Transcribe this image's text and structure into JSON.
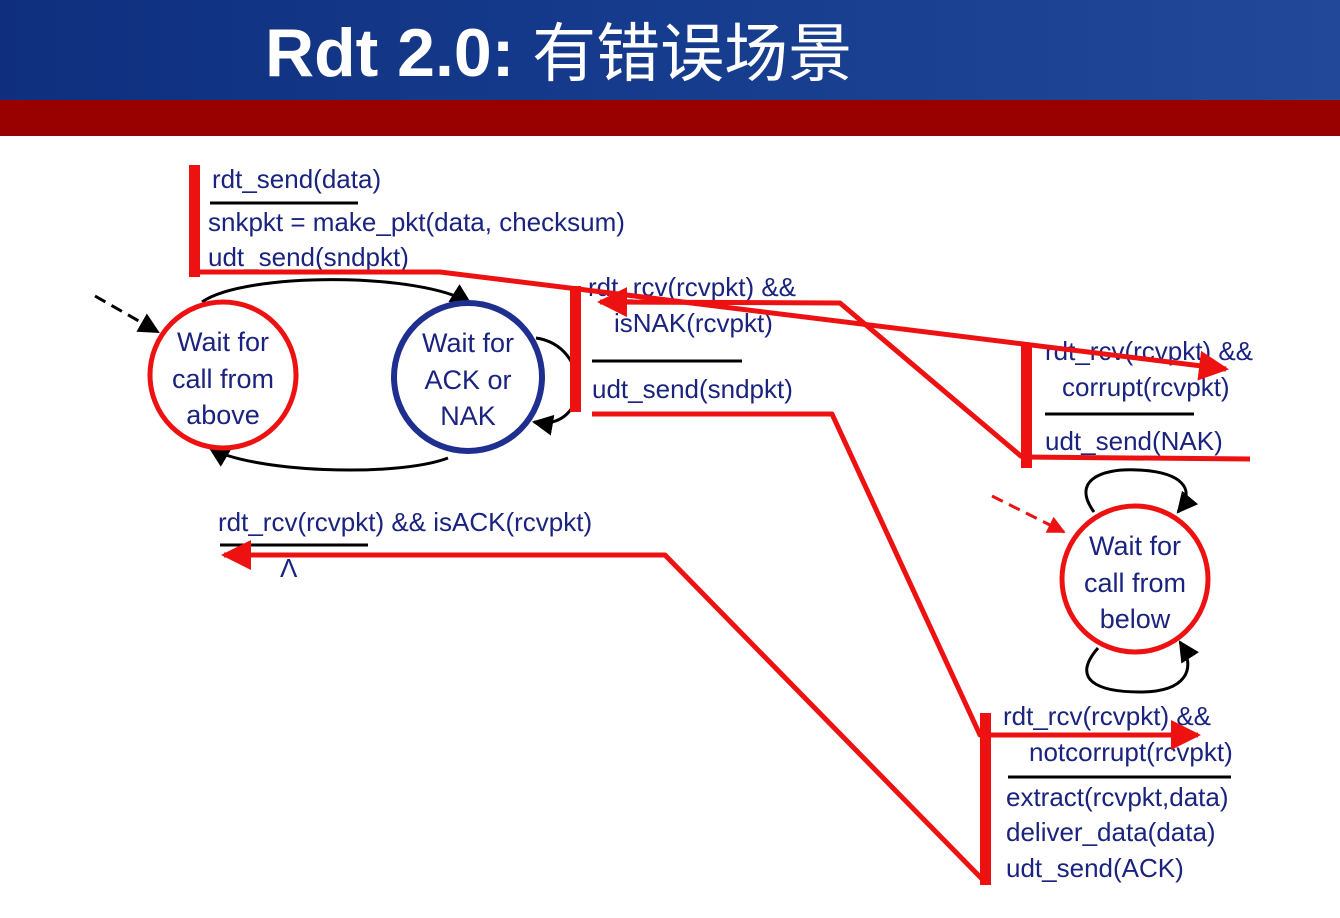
{
  "title": {
    "latin": "Rdt 2.0:",
    "cjk": " 有错误场景"
  },
  "states": {
    "sender_wait_call": [
      "Wait for",
      "call from",
      "above"
    ],
    "sender_wait_ack": [
      "Wait for",
      "ACK or",
      "NAK"
    ],
    "receiver_wait_call": [
      "Wait for",
      "call from",
      "below"
    ]
  },
  "transitions": {
    "send_data": {
      "event": "rdt_send(data)",
      "actions": [
        "snkpkt = make_pkt(data, checksum)",
        "udt_send(sndpkt)"
      ]
    },
    "resend_on_nak": {
      "event": [
        "rdt_rcv(rcvpkt) &&",
        "isNAK(rcvpkt)"
      ],
      "action": "udt_send(sndpkt)"
    },
    "got_ack": {
      "event": "rdt_rcv(rcvpkt) && isACK(rcvpkt)",
      "action": "Λ"
    },
    "corrupt": {
      "event": [
        "rdt_rcv(rcvpkt) &&",
        "corrupt(rcvpkt)"
      ],
      "action": "udt_send(NAK)"
    },
    "not_corrupt": {
      "event": [
        "rdt_rcv(rcvpkt) &&",
        "notcorrupt(rcvpkt)"
      ],
      "actions": [
        "extract(rcvpkt,data)",
        "deliver_data(data)",
        "udt_send(ACK)"
      ]
    }
  },
  "colors": {
    "header_blue": "#173d8f",
    "header_red": "#990000",
    "highlight_red": "#ee1111",
    "text_blue": "#1a237e",
    "state_blue_ring": "#1f2f8f"
  }
}
